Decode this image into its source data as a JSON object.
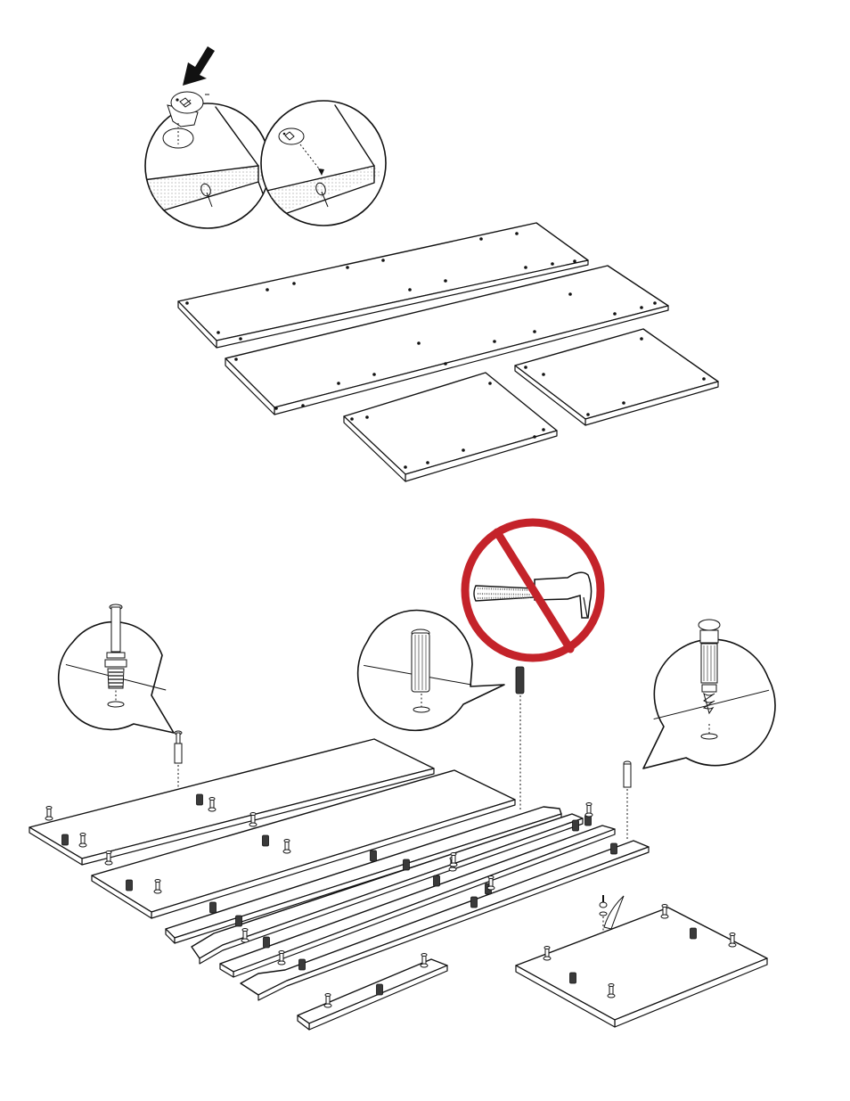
{
  "colors": {
    "line": "#111111",
    "prohibition_red": "#c4232a",
    "dowel_fill": "#3a3a3a",
    "edge_dots": "#9a9a9a"
  },
  "icons": {
    "push_arrow": "arrow-down-icon",
    "cam_lock": "cam-lock-icon",
    "hammer": "hammer-icon",
    "prohibition": "no-hammer-icon",
    "wood_dowel": "wooden-dowel-icon",
    "cam_bolt": "cam-bolt-icon",
    "cam_screw": "cam-screw-icon"
  },
  "steps": [
    {
      "name": "cam-lock-insertion",
      "detail_views": 2
    },
    {
      "name": "panel-layout",
      "panel_count": 4
    },
    {
      "name": "dowel-and-bolt-insertion",
      "detail_views": 3,
      "warning": "no-hammer"
    }
  ]
}
